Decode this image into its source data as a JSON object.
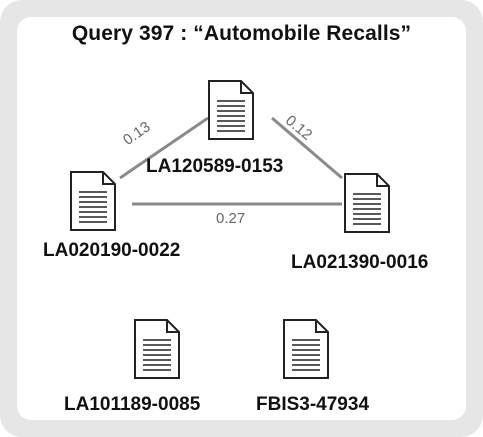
{
  "title": "Query  397 : “Automobile Recalls”",
  "documents": [
    {
      "id": "LA120589-0153"
    },
    {
      "id": "LA020190-0022"
    },
    {
      "id": "LA021390-0016"
    },
    {
      "id": "LA101189-0085"
    },
    {
      "id": "FBIS3-47934"
    }
  ],
  "edges": [
    {
      "from": "LA020190-0022",
      "to": "LA120589-0153",
      "weight": "0.13"
    },
    {
      "from": "LA120589-0153",
      "to": "LA021390-0016",
      "weight": "0.12"
    },
    {
      "from": "LA020190-0022",
      "to": "LA021390-0016",
      "weight": "0.27"
    }
  ],
  "colors": {
    "frame": "#e6e6e6",
    "edge": "#8a8a8a",
    "text": "#111111"
  },
  "icon": "document-icon"
}
